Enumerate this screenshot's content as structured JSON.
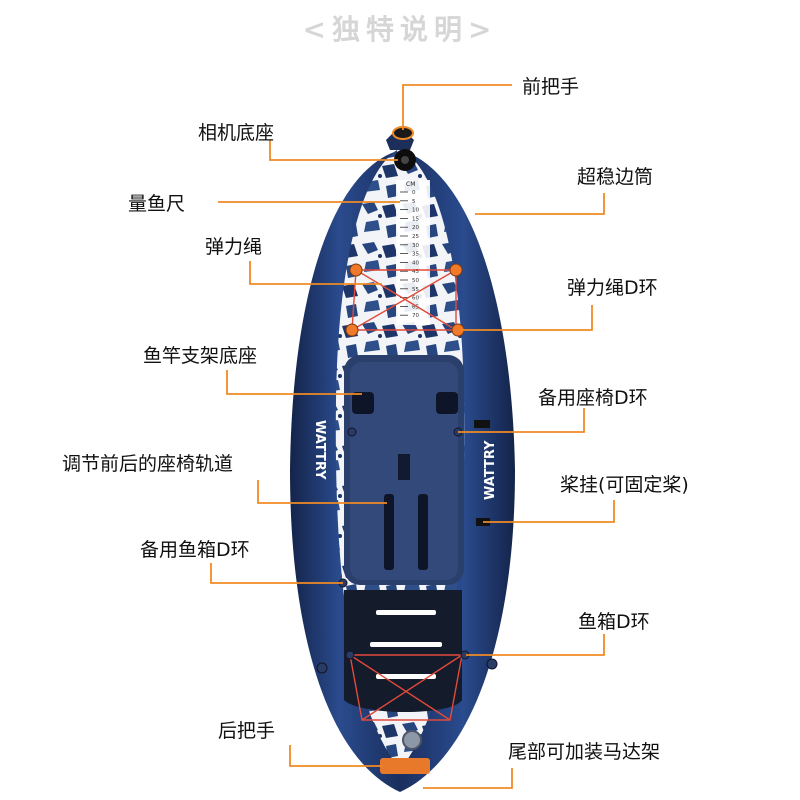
{
  "header": {
    "title": "<独特说明>"
  },
  "board": {
    "brand": "WATTRY",
    "ruler_unit": "CM",
    "ruler_ticks": [
      "0",
      "5",
      "10",
      "15",
      "20",
      "25",
      "30",
      "35",
      "40",
      "45",
      "50",
      "55",
      "60",
      "65",
      "70"
    ]
  },
  "colors": {
    "leader": "#f08a24",
    "board_blue": "#1f3f7a",
    "board_dark": "#15264a",
    "deck_pad": "#2a3f6e",
    "accent_orange": "#e8782a"
  },
  "callouts": [
    {
      "id": "front-handle",
      "label": "前把手"
    },
    {
      "id": "camera-mount",
      "label": "相机底座"
    },
    {
      "id": "measuring-ruler",
      "label": "量鱼尺"
    },
    {
      "id": "stable-side-tube",
      "label": "超稳边筒"
    },
    {
      "id": "bungee-cord",
      "label": "弹力绳"
    },
    {
      "id": "bungee-d-ring",
      "label": "弹力绳D环"
    },
    {
      "id": "rod-holder-mount",
      "label": "鱼竿支架底座"
    },
    {
      "id": "spare-seat-d-ring",
      "label": "备用座椅D环"
    },
    {
      "id": "seat-track",
      "label": "调节前后的座椅轨道"
    },
    {
      "id": "paddle-holder",
      "label": "桨挂(可固定桨)"
    },
    {
      "id": "spare-fishbox-d-ring",
      "label": "备用鱼箱D环"
    },
    {
      "id": "fishbox-d-ring",
      "label": "鱼箱D环"
    },
    {
      "id": "rear-handle",
      "label": "后把手"
    },
    {
      "id": "motor-mount",
      "label": "尾部可加装马达架"
    }
  ]
}
